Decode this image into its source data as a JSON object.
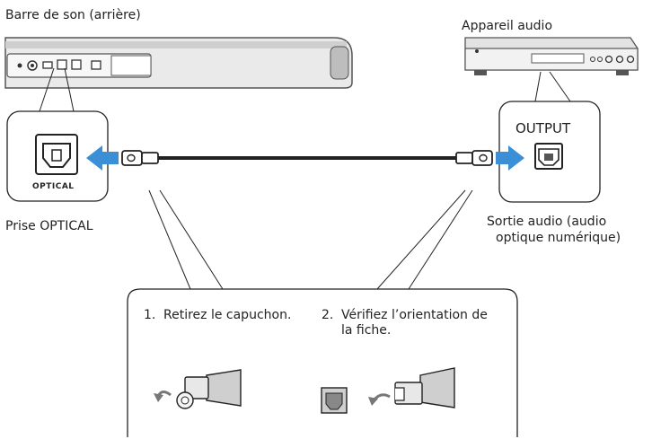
{
  "labels": {
    "soundbar": "Barre de son (arrière)",
    "audio_device": "Appareil audio",
    "optical_port_caption": "OPTICAL",
    "optical_jack": "Prise OPTICAL",
    "output_caption": "OUTPUT",
    "audio_out_line1": "Sortie audio (audio",
    "audio_out_line2": "optique numérique)"
  },
  "steps": [
    {
      "number": "1.",
      "text": "Retirez le capuchon."
    },
    {
      "number": "2.",
      "text_line1": "Vérifiez l’orientation de",
      "text_line2": "la fiche."
    }
  ],
  "colors": {
    "arrow": "#3a8fd6",
    "line": "#222222",
    "device": "#d9d9d9",
    "dark": "#555555"
  }
}
